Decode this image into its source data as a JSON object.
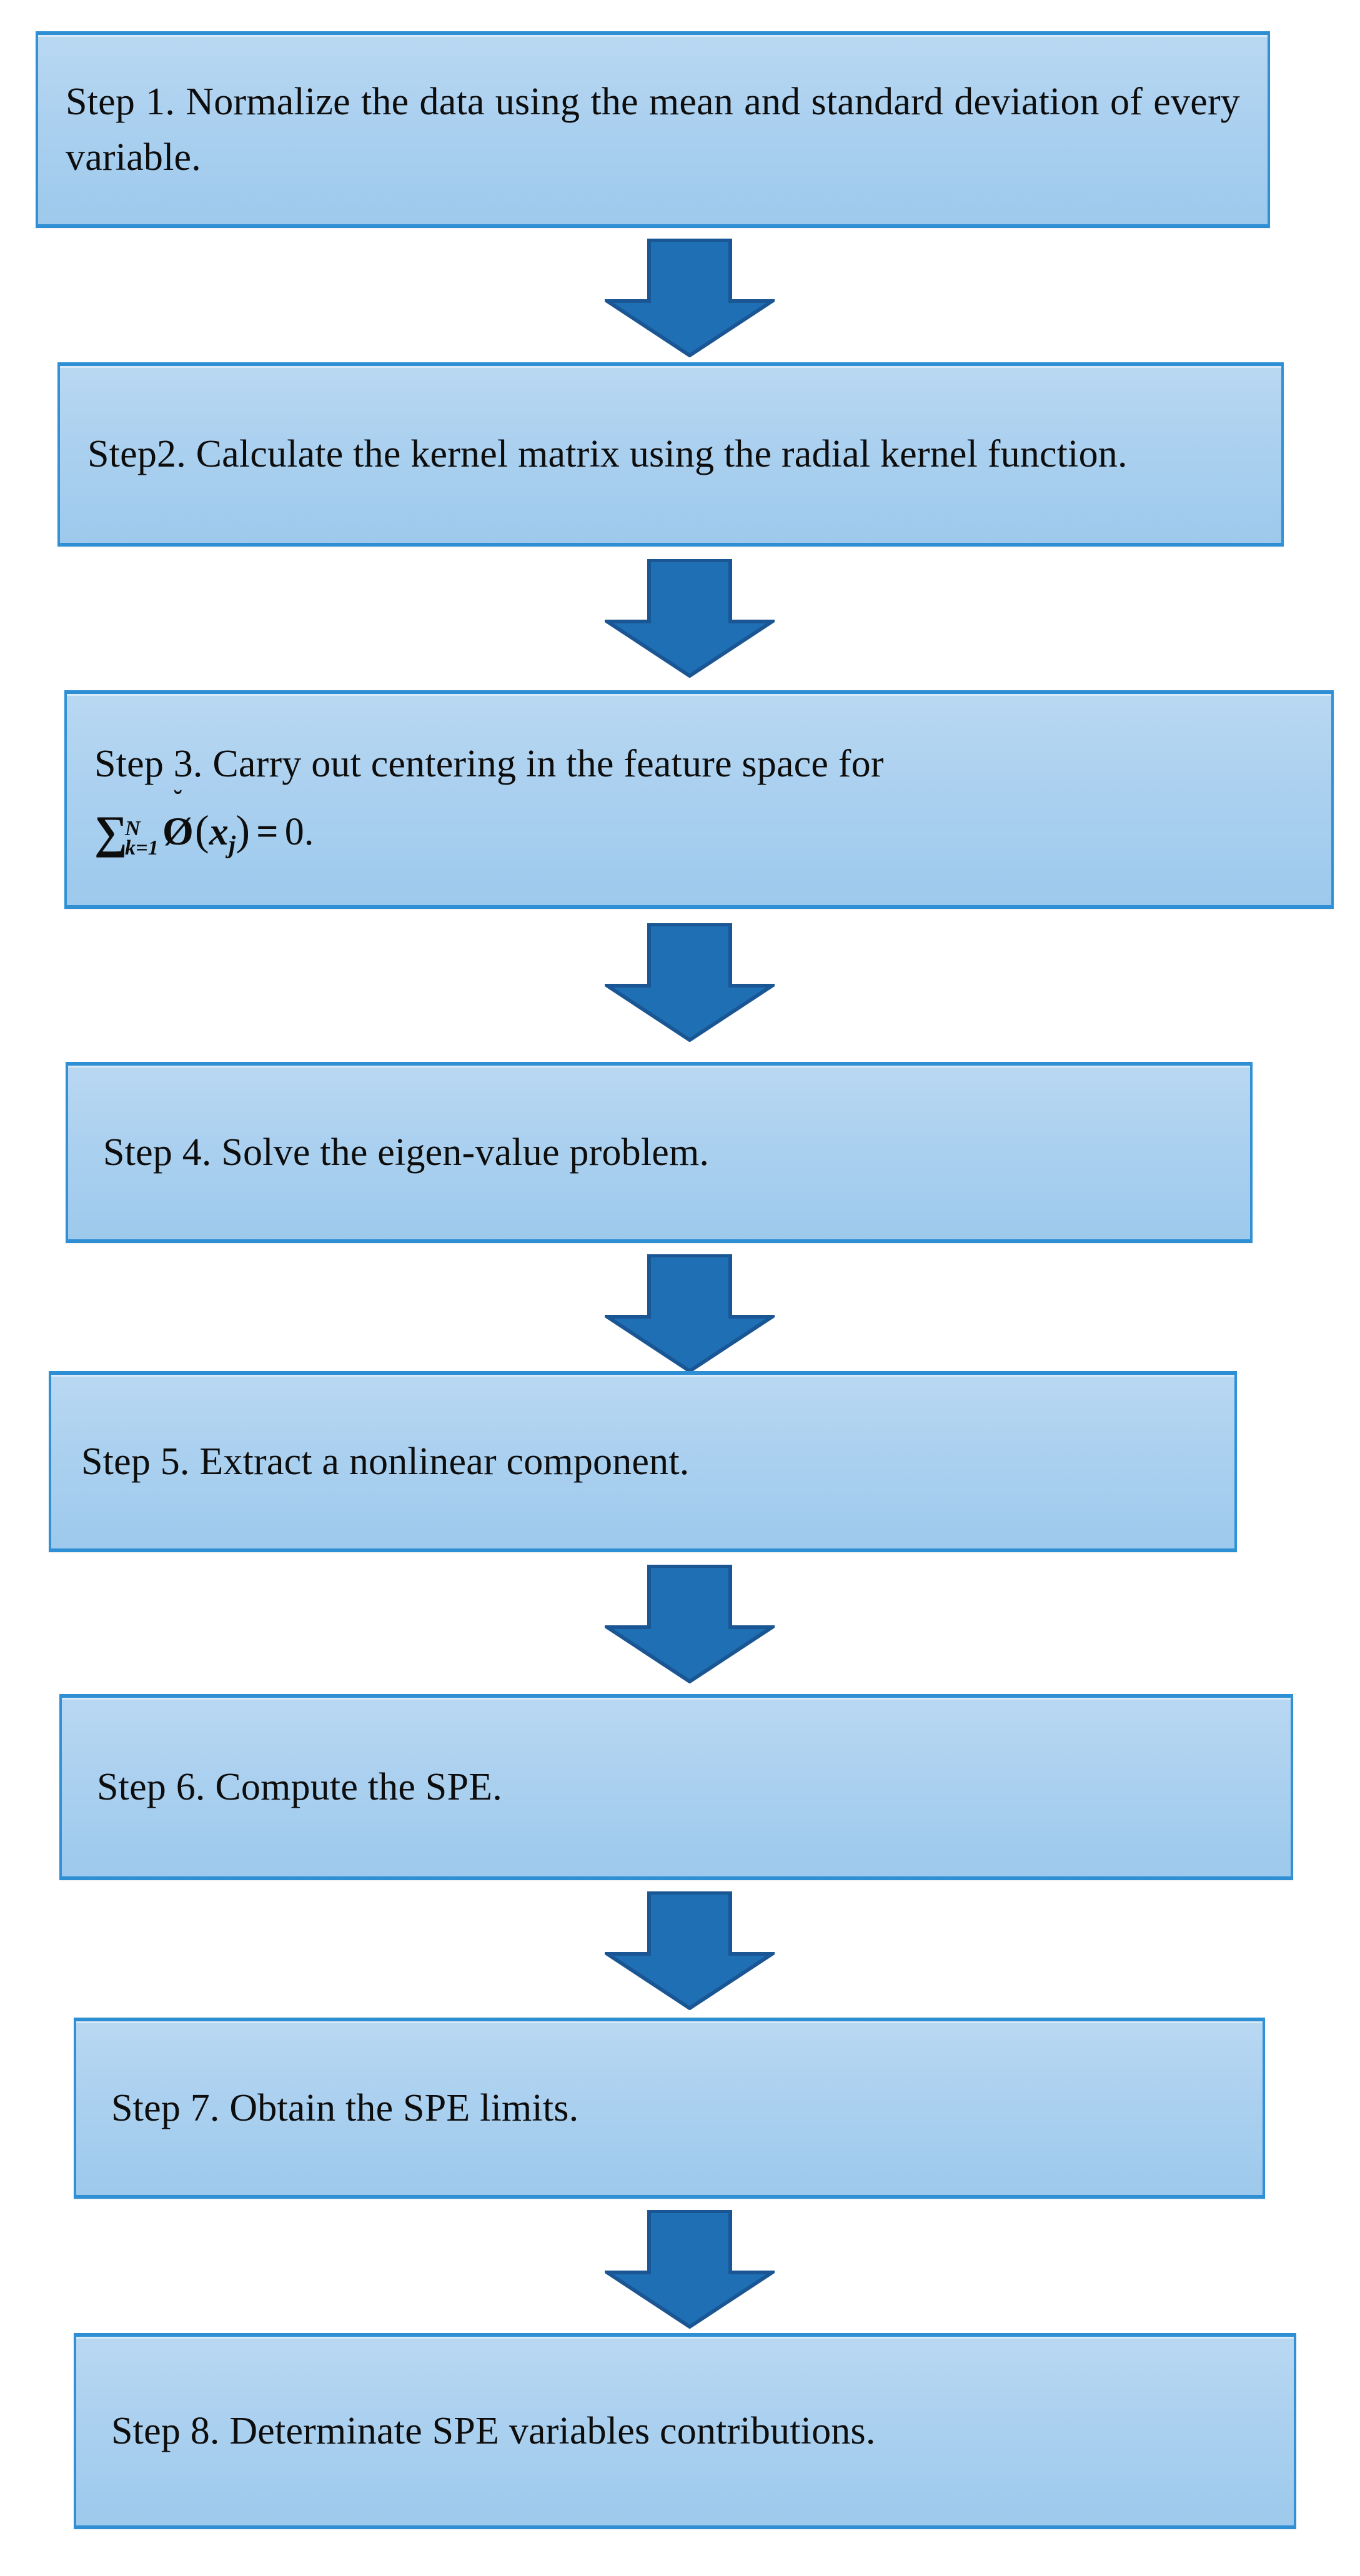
{
  "diagram": {
    "title": "KPCA fault detection procedure flowchart",
    "type": "vertical-flowchart",
    "orientation": "top-to-bottom",
    "node_count": 8,
    "connector_count": 7,
    "connector_shape": "down-block-arrow"
  },
  "colors": {
    "box_fill_top": "#b9d8f2",
    "box_fill_bottom": "#9dc9ec",
    "box_border": "#2f8fd4",
    "arrow_fill": "#1f6fb5",
    "arrow_stroke": "#1a5694",
    "text": "#0d0d0d",
    "background": "#ffffff"
  },
  "steps": [
    {
      "id": "step-1",
      "label": "Step 1. Normalize the data using the mean and standard deviation of every variable.",
      "lines": [
        "Step 1. Normalize the data using the mean and",
        "standard deviation of every variable."
      ],
      "has_formula": false
    },
    {
      "id": "step-2",
      "label": "Step2. Calculate the kernel matrix using the radial kernel function.",
      "lines": [
        "Step2. Calculate the kernel matrix using the radial",
        "kernel function."
      ],
      "has_formula": false
    },
    {
      "id": "step-3",
      "label": "Step 3. Carry out centering in the feature space for",
      "lines": [
        "Step 3. Carry out centering in the feature space for"
      ],
      "has_formula": true,
      "formula": {
        "plain": "∑(k=1 to N) Ӭ(x_j) = 0.",
        "operator": "∑",
        "upper_limit": "N",
        "lower_limit": "k=1",
        "function": "Ø",
        "accent": "˘",
        "argument": "x",
        "argument_subscript": "j",
        "relation": "=",
        "right_hand_side": "0",
        "terminator": "."
      }
    },
    {
      "id": "step-4",
      "label": "Step 4. Solve the eigen-value problem.",
      "lines": [
        "Step 4. Solve the eigen-value problem."
      ],
      "has_formula": false
    },
    {
      "id": "step-5",
      "label": "Step 5. Extract a nonlinear component.",
      "lines": [
        "Step 5. Extract a nonlinear component."
      ],
      "has_formula": false
    },
    {
      "id": "step-6",
      "label": "Step 6. Compute the SPE.",
      "lines": [
        "Step 6. Compute the SPE."
      ],
      "has_formula": false
    },
    {
      "id": "step-7",
      "label": "Step 7. Obtain the SPE limits.",
      "lines": [
        "Step 7. Obtain the SPE limits."
      ],
      "has_formula": false
    },
    {
      "id": "step-8",
      "label": "Step 8. Determinate SPE variables contributions.",
      "lines": [
        "Step 8. Determinate SPE variables contributions."
      ],
      "has_formula": false
    }
  ],
  "connectors": [
    {
      "id": "arrow-1-2",
      "from": "step-1",
      "to": "step-2",
      "icon": "down-arrow-icon"
    },
    {
      "id": "arrow-2-3",
      "from": "step-2",
      "to": "step-3",
      "icon": "down-arrow-icon"
    },
    {
      "id": "arrow-3-4",
      "from": "step-3",
      "to": "step-4",
      "icon": "down-arrow-icon"
    },
    {
      "id": "arrow-4-5",
      "from": "step-4",
      "to": "step-5",
      "icon": "down-arrow-icon"
    },
    {
      "id": "arrow-5-6",
      "from": "step-5",
      "to": "step-6",
      "icon": "down-arrow-icon"
    },
    {
      "id": "arrow-6-7",
      "from": "step-6",
      "to": "step-7",
      "icon": "down-arrow-icon"
    },
    {
      "id": "arrow-7-8",
      "from": "step-7",
      "to": "step-8",
      "icon": "down-arrow-icon"
    }
  ]
}
